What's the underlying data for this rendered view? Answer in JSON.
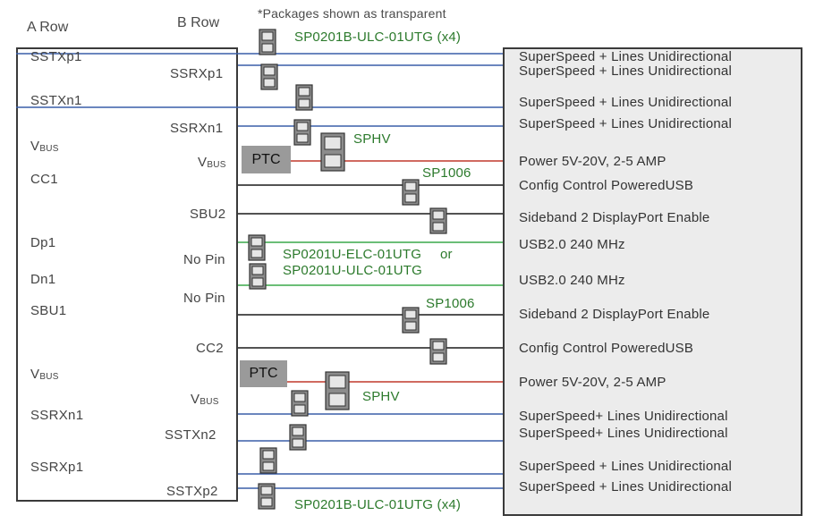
{
  "headers": {
    "a_row": "A Row",
    "b_row": "B Row"
  },
  "note": "*Packages shown as transparent",
  "a_row_pins": [
    {
      "label": "SSTXp1"
    },
    {
      "label": "SSTXn1"
    },
    {
      "label": "V",
      "sub": "BUS"
    },
    {
      "label": "CC1"
    },
    {
      "label": "Dp1"
    },
    {
      "label": "Dn1"
    },
    {
      "label": "SBU1"
    },
    {
      "label": "V",
      "sub": "BUS"
    },
    {
      "label": "SSRXn1"
    },
    {
      "label": "SSRXp1"
    }
  ],
  "b_row_pins": [
    {
      "label": "SSRXp1"
    },
    {
      "label": "SSRXn1"
    },
    {
      "label": "V",
      "sub": "BUS"
    },
    {
      "label": "SBU2"
    },
    {
      "label": "No Pin"
    },
    {
      "label": "No Pin"
    },
    {
      "label": "CC2"
    },
    {
      "label": "V",
      "sub": "BUS"
    },
    {
      "label": "SSTXn2"
    },
    {
      "label": "SSTXp2"
    }
  ],
  "descriptions": [
    "SuperSpeed + Lines Unidirectional",
    "SuperSpeed + Lines Unidirectional",
    "SuperSpeed + Lines Unidirectional",
    "SuperSpeed + Lines Unidirectional",
    "Power 5V-20V, 2-5 AMP",
    "Config Control PoweredUSB",
    "Sideband 2 DisplayPort Enable",
    "USB2.0 240 MHz",
    "USB2.0 240 MHz",
    "Sideband 2 DisplayPort Enable",
    "Config Control PoweredUSB",
    "Power 5V-20V, 2-5 AMP",
    "SuperSpeed+ Lines Unidirectional",
    "SuperSpeed+ Lines Unidirectional",
    "SuperSpeed + Lines Unidirectional",
    "SuperSpeed + Lines Unidirectional"
  ],
  "components": {
    "top_tvs": "SP0201B-ULC-01UTG (x4)",
    "bottom_tvs": "SP0201B-ULC-01UTG (x4)",
    "sphv_top": "SPHV",
    "sphv_bottom": "SPHV",
    "sp1006_top": "SP1006",
    "sp1006_bottom": "SP1006",
    "usb2_option_a": "SP0201U-ELC-01UTG",
    "usb2_or": "or",
    "usb2_option_b": "SP0201U-ULC-01UTG",
    "ptc_top": "PTC",
    "ptc_bottom": "PTC"
  },
  "colors": {
    "superspeed_line": "#3a5fa8",
    "power_line": "#c0392b",
    "control_line": "#1a1a1a",
    "usb2_line": "#3aa84a",
    "component_text": "#2c7a2c",
    "package_fill": "#8c8c8c",
    "right_panel": "#ececec"
  }
}
